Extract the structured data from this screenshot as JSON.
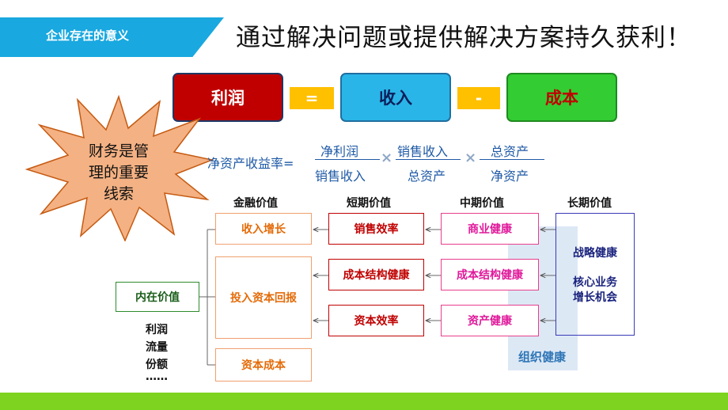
{
  "header": {
    "banner_label": "企业存在的意义",
    "title": "通过解决问题或提供解决方案持久获利！"
  },
  "equation": {
    "profit": "利润",
    "equals": "=",
    "revenue": "收入",
    "minus": "-",
    "cost": "成本"
  },
  "callout": {
    "text_line1": "财务是管",
    "text_line2": "理的重要",
    "text_line3": "线索"
  },
  "formula": {
    "lhs": "净资产收益率=",
    "frac1_num": "净利润",
    "frac1_den": "销售收入",
    "times1": "×",
    "frac2_num": "销售收入",
    "frac2_den": "总资产",
    "times2": "×",
    "frac3_num": "总资产",
    "frac3_den": "净资产"
  },
  "value_tree": {
    "headers": {
      "financial": "金融价值",
      "short_term": "短期价值",
      "mid_term": "中期价值",
      "long_term": "长期价值"
    },
    "financial": [
      "收入增长",
      "投入资本回报",
      "资本成本"
    ],
    "short_term": [
      "销售效率",
      "成本结构健康",
      "资本效率"
    ],
    "mid_term": [
      "商业健康",
      "成本结构健康",
      "资产健康"
    ],
    "long_term": {
      "item1": "战略健康",
      "item2_line1": "核心业务",
      "item2_line2": "增长机会"
    },
    "org_health": "组织健康",
    "intrinsic": "内在价值",
    "intrinsic_items": [
      "利润",
      "流量",
      "份额",
      "……"
    ]
  },
  "colors": {
    "banner": "#19a8e0",
    "profit": "#c00000",
    "revenue": "#2ab5e8",
    "cost": "#33cc33",
    "operator": "#ffc000",
    "starburst": "#f4b183",
    "bottom_bar": "#7ed321"
  }
}
